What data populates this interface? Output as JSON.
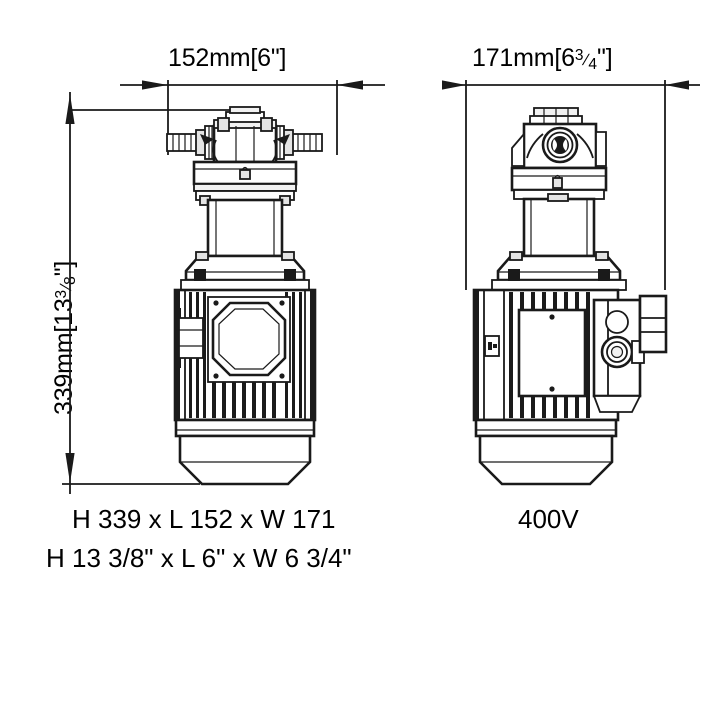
{
  "drawing": {
    "type": "technical-dimension-drawing",
    "background_color": "#ffffff",
    "line_color": "#1a1a1a",
    "title": ""
  },
  "dimensions": {
    "width_left": {
      "metric": "152mm",
      "imperial_whole": "6",
      "imperial_fraction_num": "",
      "imperial_fraction_den": "",
      "imperial_unit": "\"",
      "bracket_open": "[",
      "bracket_close": "]"
    },
    "width_right": {
      "metric": "171mm",
      "imperial_whole": "6",
      "imperial_fraction_num": "3",
      "imperial_fraction_den": "4",
      "imperial_unit": "\"",
      "bracket_open": "[",
      "bracket_close": "]"
    },
    "height": {
      "metric": "339mm",
      "imperial_whole": "13",
      "imperial_fraction_num": "3",
      "imperial_fraction_den": "8",
      "imperial_unit": "\"",
      "bracket_open": "[",
      "bracket_close": "]"
    }
  },
  "captions": {
    "metric_summary": "H 339 x L 152 x W 171",
    "imperial_summary": "H 13 3/8\" x L 6\" x W 6 3/4\"",
    "voltage": "400V"
  },
  "views": {
    "front": {
      "label": "front-elevation-view",
      "parts": [
        "cable-gland-left",
        "cable-gland-right",
        "junction-box",
        "neck-column",
        "mounting-flange",
        "motor-body",
        "cooling-fins",
        "octagonal-faceplate",
        "tapered-shade"
      ]
    },
    "side": {
      "label": "side-elevation-view",
      "parts": [
        "junction-box",
        "circular-connector",
        "neck-column",
        "mounting-flange",
        "motor-body",
        "cooling-fins",
        "terminal-plate",
        "side-connector-box",
        "tapered-shade"
      ]
    }
  }
}
